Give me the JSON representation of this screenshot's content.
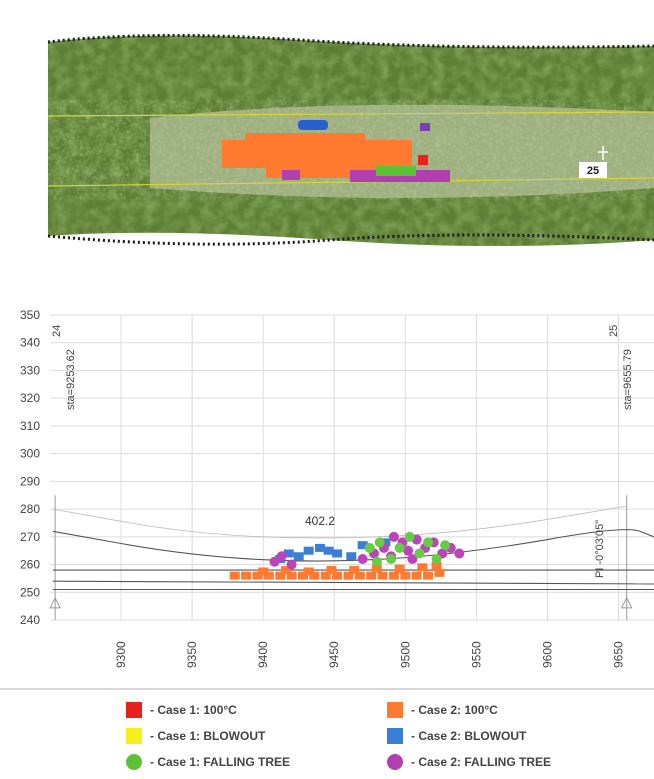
{
  "aerial": {
    "tower_label": "25"
  },
  "chart_data": {
    "type": "scatter",
    "title": "",
    "xlabel": "",
    "ylabel": "",
    "xlim": [
      9250,
      9675
    ],
    "ylim": [
      240,
      350
    ],
    "xticks": [
      "9300",
      "9350",
      "9400",
      "9450",
      "9500",
      "9550",
      "9600",
      "9650"
    ],
    "yticks": [
      "240",
      "250",
      "260",
      "270",
      "280",
      "290",
      "300",
      "310",
      "320",
      "330",
      "340",
      "350"
    ],
    "grid": true,
    "annotations": {
      "sag_label": "402.2",
      "pi_label": "PI -0°03'05\"",
      "tower_left": {
        "number": "24",
        "station": "sta=9253.62"
      },
      "tower_right": {
        "number": "25",
        "station": "sta=9655.79"
      }
    },
    "conductor_curves": [
      {
        "name": "conductor-upper",
        "points": [
          [
            9252,
            272
          ],
          [
            9350,
            263
          ],
          [
            9450,
            260.5
          ],
          [
            9550,
            264.5
          ],
          [
            9655,
            274
          ],
          [
            9675,
            270
          ]
        ]
      },
      {
        "name": "conductor-lower",
        "points": [
          [
            9252,
            280
          ],
          [
            9350,
            271
          ],
          [
            9450,
            269
          ],
          [
            9550,
            272
          ],
          [
            9655,
            281
          ]
        ]
      },
      {
        "name": "ground-line-1",
        "points": [
          [
            9252,
            258
          ],
          [
            9675,
            258
          ]
        ]
      },
      {
        "name": "ground-line-2",
        "points": [
          [
            9252,
            251
          ],
          [
            9675,
            251
          ]
        ]
      },
      {
        "name": "ground-line-3",
        "points": [
          [
            9252,
            254
          ],
          [
            9675,
            253
          ]
        ]
      }
    ],
    "series": [
      {
        "color": "#ff7a2e",
        "marker": "square",
        "values": [
          [
            9380,
            256
          ],
          [
            9388,
            256
          ],
          [
            9396,
            256
          ],
          [
            9404,
            256
          ],
          [
            9412,
            256
          ],
          [
            9420,
            256
          ],
          [
            9428,
            256
          ],
          [
            9436,
            256
          ],
          [
            9444,
            256
          ],
          [
            9452,
            256
          ],
          [
            9460,
            256
          ],
          [
            9468,
            256
          ],
          [
            9476,
            256
          ],
          [
            9484,
            256
          ],
          [
            9492,
            256
          ],
          [
            9500,
            256
          ],
          [
            9508,
            256
          ],
          [
            9516,
            256
          ],
          [
            9524,
            257
          ],
          [
            9400,
            257.5
          ],
          [
            9416,
            258
          ],
          [
            9432,
            257.5
          ],
          [
            9448,
            258
          ],
          [
            9464,
            258
          ],
          [
            9480,
            258.5
          ],
          [
            9496,
            258.5
          ],
          [
            9512,
            259
          ],
          [
            9522,
            259.5
          ]
        ]
      },
      {
        "color": "#3a7fd5",
        "marker": "square",
        "values": [
          [
            9412,
            262
          ],
          [
            9418,
            264
          ],
          [
            9425,
            263
          ],
          [
            9432,
            265
          ],
          [
            9440,
            266
          ],
          [
            9446,
            265
          ],
          [
            9452,
            264
          ],
          [
            9462,
            263
          ],
          [
            9470,
            267
          ],
          [
            9486,
            268
          ]
        ]
      },
      {
        "color": "#bb44bb",
        "marker": "circle",
        "values": [
          [
            9408,
            261
          ],
          [
            9413,
            263
          ],
          [
            9420,
            260
          ],
          [
            9470,
            262
          ],
          [
            9478,
            264
          ],
          [
            9485,
            266
          ],
          [
            9490,
            263
          ],
          [
            9498,
            268
          ],
          [
            9502,
            265
          ],
          [
            9508,
            269
          ],
          [
            9514,
            266
          ],
          [
            9520,
            268
          ],
          [
            9526,
            264
          ],
          [
            9532,
            266
          ],
          [
            9538,
            264
          ],
          [
            9505,
            262
          ],
          [
            9492,
            270
          ]
        ]
      },
      {
        "color": "#66cc44",
        "marker": "circle",
        "values": [
          [
            9475,
            266
          ],
          [
            9482,
            268
          ],
          [
            9490,
            262
          ],
          [
            9496,
            266
          ],
          [
            9503,
            270
          ],
          [
            9510,
            264
          ],
          [
            9516,
            268
          ],
          [
            9522,
            262
          ],
          [
            9528,
            267
          ],
          [
            9480,
            261
          ]
        ]
      }
    ]
  },
  "legend": [
    {
      "label": "- Case 1: 100°C",
      "color": "#e8201e",
      "shape": "square"
    },
    {
      "label": "- Case 2: 100°C",
      "color": "#ff7a2e",
      "shape": "square"
    },
    {
      "label": "- Case 1: BLOWOUT",
      "color": "#f5f01a",
      "shape": "square"
    },
    {
      "label": "- Case 2: BLOWOUT",
      "color": "#3a7fd5",
      "shape": "square"
    },
    {
      "label": "- Case 1: FALLING TREE",
      "color": "#5bc236",
      "shape": "circle"
    },
    {
      "label": "- Case 2: FALLING TREE",
      "color": "#b23fb0",
      "shape": "circle"
    }
  ]
}
